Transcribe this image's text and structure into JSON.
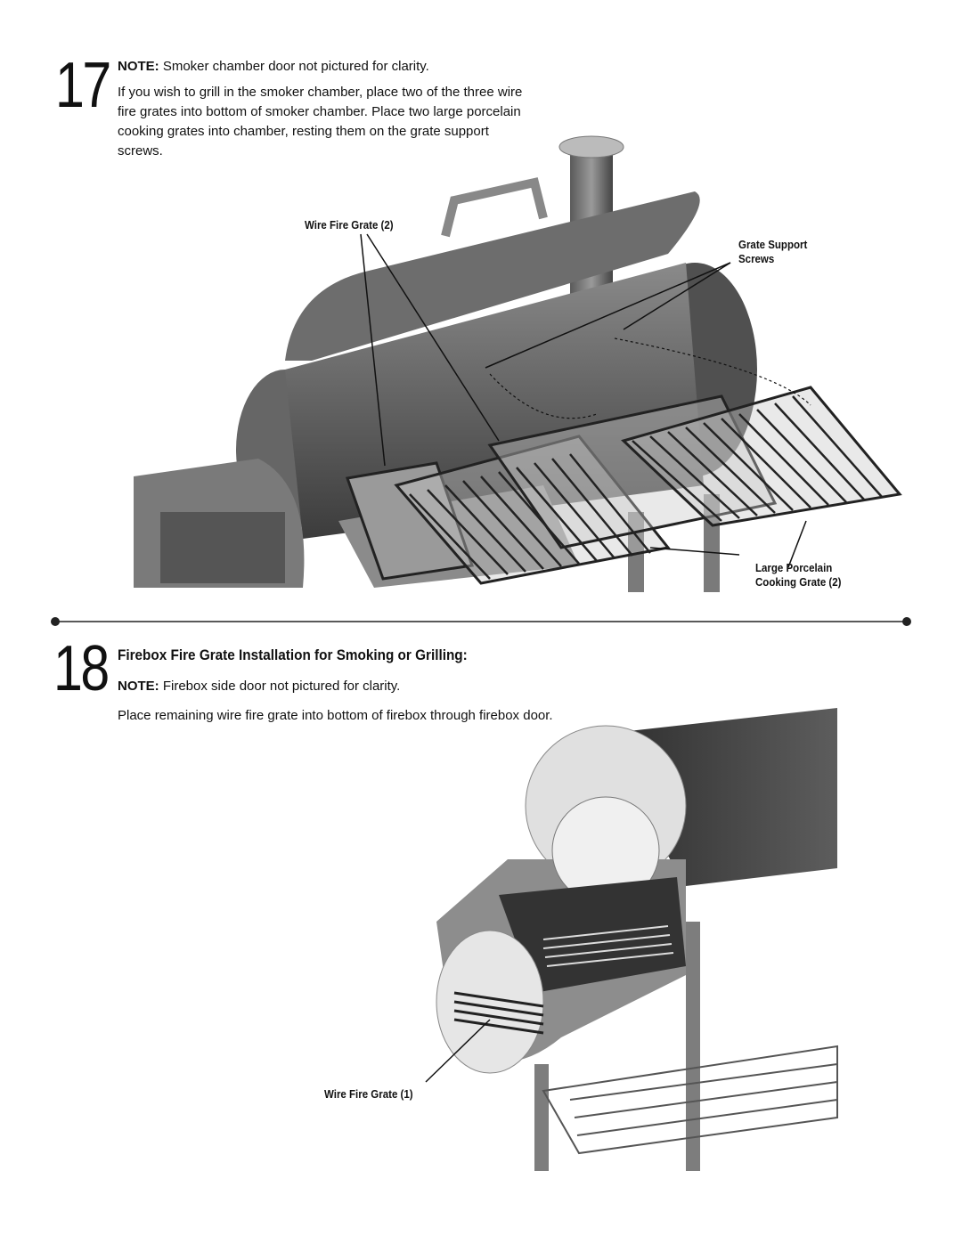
{
  "step17": {
    "number": "17",
    "note_label": "NOTE:",
    "note_text": " Smoker chamber door not pictured for clarity.",
    "paragraph": "If you wish to grill in the smoker chamber, place two of the three wire fire grates into bottom of smoker chamber. Place two large porcelain cooking grates into chamber, resting them on the grate support screws.",
    "callouts": {
      "wire_fire_grate": "Wire Fire Grate (2)",
      "grate_support_line1": "Grate Support",
      "grate_support_line2": "Screws",
      "large_porcelain_line1": "Large Porcelain",
      "large_porcelain_line2": "Cooking Grate (2)"
    }
  },
  "step18": {
    "number": "18",
    "heading": "Firebox Fire Grate Installation for Smoking or Grilling:",
    "note_label": "NOTE:",
    "note_text": " Firebox side door not pictured for clarity.",
    "paragraph": "Place remaining wire fire grate into bottom of firebox through firebox door.",
    "callouts": {
      "wire_fire_grate": "Wire Fire Grate (1)"
    }
  }
}
